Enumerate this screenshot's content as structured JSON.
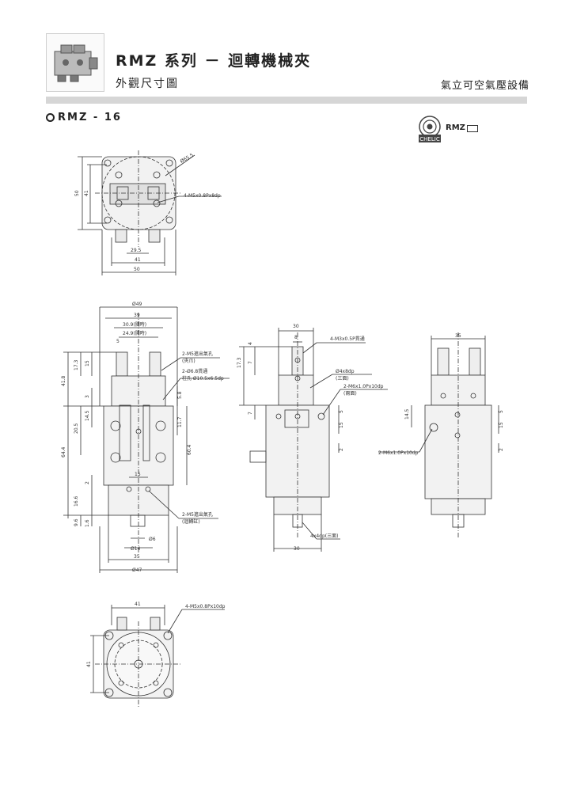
{
  "header": {
    "title": "RMZ 系列 － 迴轉機械夾",
    "subtitle": "外觀尺寸圖",
    "brand": "氣立可空氣壓設備",
    "model": "RMZ - 16",
    "badge_label": "RMZ",
    "badge_seal": "CHELIC"
  },
  "view_top": {
    "dims": [
      "Ø65.5",
      "4-M5x0.8Px8dp",
      "29.5",
      "41",
      "50",
      "50",
      "41"
    ]
  },
  "view_front": {
    "dims": [
      "Ø49",
      "39",
      "30.9(關時)",
      "24.9(開時)",
      "5",
      "17.3",
      "15",
      "41.8",
      "3",
      "14.5",
      "20.5",
      "64.4",
      "2",
      "16.6",
      "9.6",
      "1.6",
      "15",
      "5.8",
      "11.7",
      "60.4",
      "Ø6",
      "Ø14",
      "35",
      "Ø47"
    ],
    "notes": [
      "2-M5進出氣孔",
      "(夾爪)",
      "2-Ø6.8貫通",
      "柱孔 Ø10.5x6.5dp",
      "2-M5進出氣孔",
      "(迴轉缸)"
    ]
  },
  "view_side": {
    "dims": [
      "30",
      "8",
      "4",
      "7",
      "17.3",
      "7",
      "5",
      "15",
      "2",
      "30"
    ],
    "notes": [
      "4-M3x0.5P貫通",
      "Ø4x8dp",
      "(三面)",
      "2-M6x1.0Px10dp",
      "(兩面)",
      "4x4dp(三面)"
    ]
  },
  "view_right": {
    "dims": [
      "35",
      "14.5",
      "5",
      "15",
      "2"
    ],
    "notes": [
      "2-M6x1.0Px10dp"
    ]
  },
  "view_bottom": {
    "dims": [
      "41",
      "41"
    ],
    "notes": [
      "4-M5x0.8Px10dp"
    ]
  }
}
